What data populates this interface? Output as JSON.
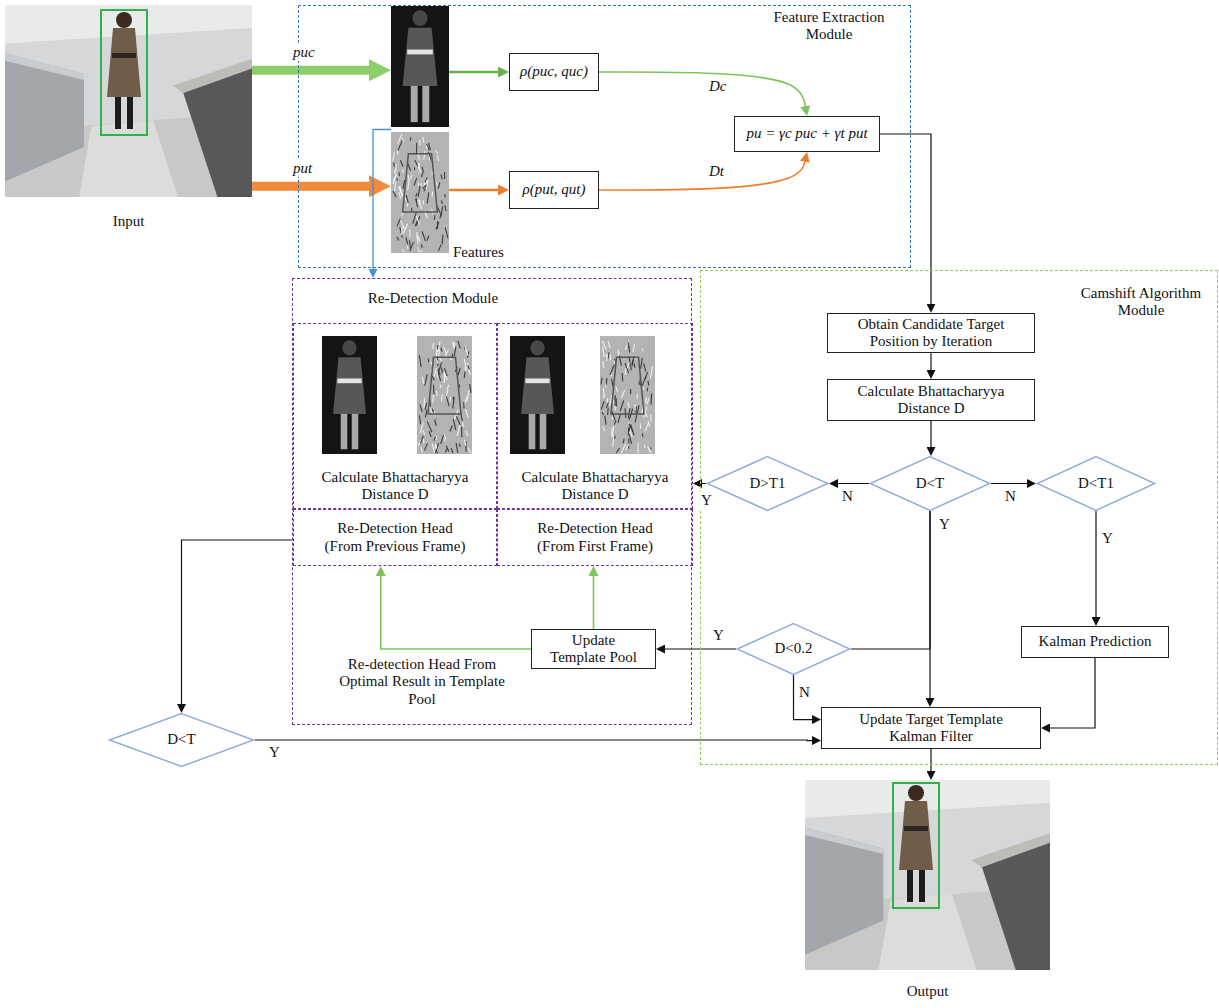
{
  "diagram": {
    "nodes": [
      {
        "text": [
          "Input"
        ]
      },
      {
        "text": [
          "Feature Extraction Module"
        ]
      },
      {
        "text": [
          "Features"
        ],
        "in": 1
      },
      {
        "text": [
          "ρ(puc, quc)"
        ],
        "in": 1
      },
      {
        "text": [
          "ρ(put, qut)"
        ],
        "in": 1
      },
      {
        "text": [
          "pu = γc puc + γt put"
        ],
        "in": 1
      },
      {
        "text": [
          "Re-Detection Module"
        ]
      },
      {
        "text": [
          "Calculate Bhattacharyya Distance D"
        ],
        "in": 6
      },
      {
        "text": [
          "Calculate Bhattacharyya Distance D"
        ],
        "in": 6
      },
      {
        "text": [
          "Re-Detection Head (From Previous Frame)"
        ],
        "in": 6
      },
      {
        "text": [
          "Re-Detection Head (From First Frame)"
        ],
        "in": 6
      },
      {
        "text": [
          "Update Template Pool"
        ],
        "in": 6
      },
      {
        "text": [
          "Camshift Algorithm Module"
        ]
      },
      {
        "text": [
          "Obtain Candidate Target Position by Iteration"
        ],
        "in": 12
      },
      {
        "text": [
          "Calculate Bhattacharyya Distance D"
        ],
        "in": 12
      },
      {
        "text": [
          "D<T"
        ],
        "in": 12
      },
      {
        "text": [
          "D>T1"
        ],
        "in": 12
      },
      {
        "text": [
          "D<T1"
        ],
        "in": 12
      },
      {
        "text": [
          "Kalman Prediction"
        ],
        "in": 12
      },
      {
        "text": [
          "D<0.2"
        ],
        "in": 12
      },
      {
        "text": [
          "Update Target Template Kalman Filter"
        ],
        "in": 12
      },
      {
        "text": [
          "D<T"
        ]
      },
      {
        "text": [
          "Output"
        ]
      }
    ],
    "edges": [
      {
        "from": 0,
        "to": 2,
        "label": "puc",
        "arrow": "to"
      },
      {
        "from": 0,
        "to": 2,
        "label": "put",
        "arrow": "to"
      },
      {
        "from": 2,
        "to": 3,
        "arrow": "to"
      },
      {
        "from": 2,
        "to": 4,
        "arrow": "to"
      },
      {
        "from": 3,
        "to": 5,
        "label": "Dc",
        "arrow": "to"
      },
      {
        "from": 4,
        "to": 5,
        "label": "Dt",
        "arrow": "to"
      },
      {
        "from": 2,
        "to": 6,
        "arrow": "to"
      },
      {
        "from": 5,
        "to": 13,
        "arrow": "to"
      },
      {
        "from": 13,
        "to": 14,
        "arrow": "to"
      },
      {
        "from": 14,
        "to": 15,
        "arrow": "to"
      },
      {
        "from": 15,
        "to": 16,
        "label": "N",
        "arrow": "to"
      },
      {
        "from": 15,
        "to": 17,
        "label": "N",
        "arrow": "to"
      },
      {
        "from": 15,
        "to": 20,
        "label": "Y",
        "arrow": "to"
      },
      {
        "from": 15,
        "to": 19,
        "arrow": "none"
      },
      {
        "from": 17,
        "to": 18,
        "label": "Y",
        "arrow": "to"
      },
      {
        "from": 16,
        "to": 8,
        "label": "Y",
        "arrow": "to"
      },
      {
        "from": 18,
        "to": 20,
        "arrow": "to"
      },
      {
        "from": 19,
        "to": 11,
        "label": "Y",
        "arrow": "to"
      },
      {
        "from": 19,
        "to": 20,
        "label": "N",
        "arrow": "to"
      },
      {
        "from": 11,
        "to": 9,
        "arrow": "to"
      },
      {
        "from": 11,
        "to": 10,
        "arrow": "to"
      },
      {
        "from": 6,
        "to": 21,
        "arrow": "to"
      },
      {
        "from": 21,
        "to": 20,
        "label": "Y",
        "arrow": "to"
      },
      {
        "from": 20,
        "to": 22,
        "arrow": "to"
      }
    ],
    "labels": [
      "Re-detection Head From Optimal Result in Template Pool"
    ]
  }
}
